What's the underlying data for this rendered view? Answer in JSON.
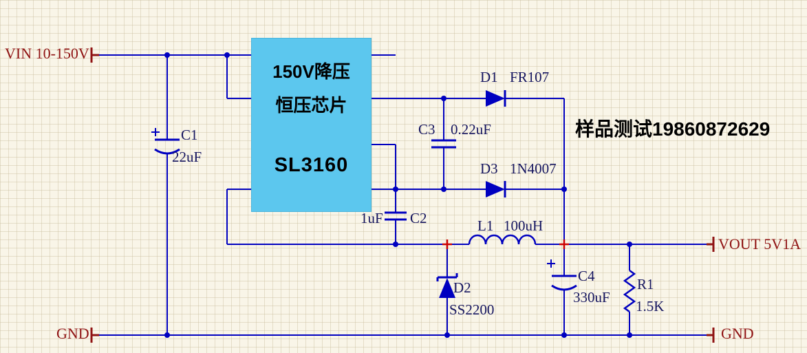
{
  "canvas": {
    "bg_color": "#f9f5e8",
    "grid_color": "#c9be a0",
    "wire_color": "#0000c0",
    "port_color": "#8f1212",
    "label_color": "#15155f",
    "chip_fill": "#5cc7ee",
    "cross_color": "#cc0000"
  },
  "ports": {
    "vin": {
      "label": "VIN 10-150V"
    },
    "gnd_left": {
      "label": "GND"
    },
    "gnd_right": {
      "label": "GND"
    },
    "vout": {
      "label": "VOUT 5V1A"
    }
  },
  "chip": {
    "line1": "150V降压",
    "line2": "恒压芯片",
    "part": "SL3160"
  },
  "components": {
    "c1": {
      "ref": "C1",
      "value": "22uF"
    },
    "c2": {
      "ref": "C2",
      "value": "1uF"
    },
    "c3": {
      "ref": "C3",
      "value": "0.22uF"
    },
    "c4": {
      "ref": "C4",
      "value": "330uF"
    },
    "d1": {
      "ref": "D1",
      "value": "FR107"
    },
    "d2": {
      "ref": "D2",
      "value": "SS2200"
    },
    "d3": {
      "ref": "D3",
      "value": "1N4007"
    },
    "l1": {
      "ref": "L1",
      "value": "100uH"
    },
    "r1": {
      "ref": "R1",
      "value": "1.5K"
    }
  },
  "annotation": {
    "sample_text": "样品测试19860872629"
  }
}
